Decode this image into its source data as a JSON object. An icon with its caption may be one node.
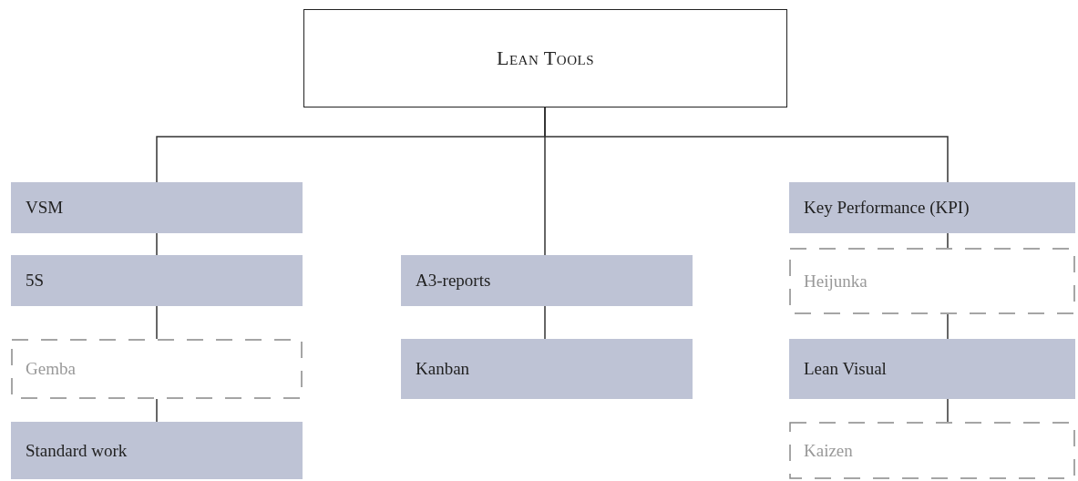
{
  "diagram": {
    "nodes": [
      {
        "text": [
          "Lean Tools"
        ]
      },
      {
        "text": [
          "VSM"
        ]
      },
      {
        "text": [
          "5S"
        ]
      },
      {
        "text": [
          "Gemba"
        ]
      },
      {
        "text": [
          "Standard work"
        ]
      },
      {
        "text": [
          "A3-reports"
        ]
      },
      {
        "text": [
          "Kanban"
        ]
      },
      {
        "text": [
          "Key Performance (KPI)"
        ]
      },
      {
        "text": [
          "Heijunka"
        ]
      },
      {
        "text": [
          "Lean Visual"
        ]
      },
      {
        "text": [
          "Kaizen"
        ]
      }
    ],
    "edges": [
      {
        "from": 0,
        "to": 1,
        "arrow": "none"
      },
      {
        "from": 0,
        "to": 5,
        "arrow": "none"
      },
      {
        "from": 0,
        "to": 7,
        "arrow": "none"
      },
      {
        "from": 1,
        "to": 2,
        "arrow": "none"
      },
      {
        "from": 2,
        "to": 3,
        "arrow": "none"
      },
      {
        "from": 3,
        "to": 4,
        "arrow": "none"
      },
      {
        "from": 5,
        "to": 6,
        "arrow": "none"
      },
      {
        "from": 7,
        "to": 8,
        "arrow": "none"
      },
      {
        "from": 8,
        "to": 9,
        "arrow": "none"
      },
      {
        "from": 9,
        "to": 10,
        "arrow": "none"
      }
    ]
  }
}
